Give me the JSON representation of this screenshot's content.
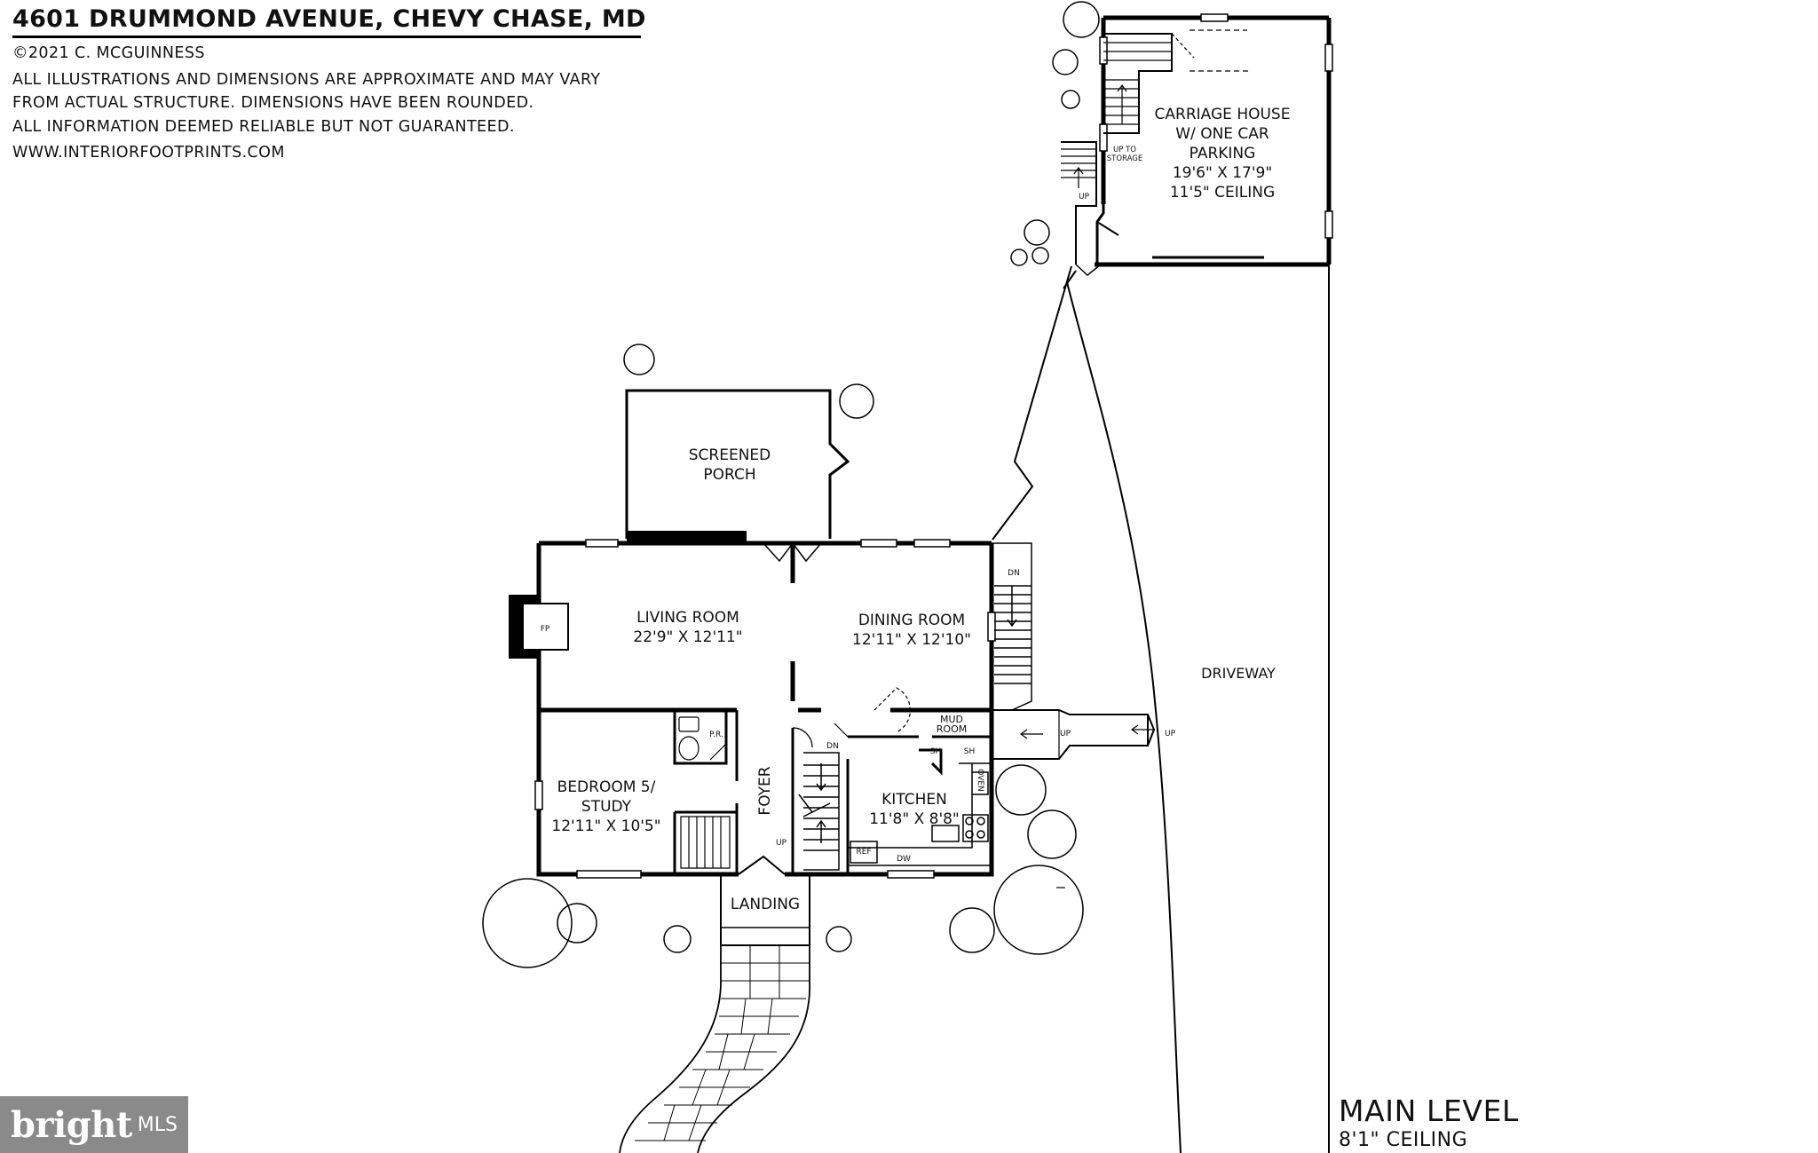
{
  "header": {
    "address": "4601 DRUMMOND AVENUE, CHEVY CHASE, MD",
    "copyright": "©2021 C. MCGUINNESS",
    "disclaimer_lines": [
      "ALL ILLUSTRATIONS AND DIMENSIONS ARE APPROXIMATE AND MAY VARY",
      "FROM ACTUAL STRUCTURE. DIMENSIONS HAVE BEEN ROUNDED.",
      "ALL INFORMATION DEEMED RELIABLE BUT NOT GUARANTEED."
    ],
    "website": "WWW.INTERIORFOOTPRINTS.COM"
  },
  "rooms": {
    "carriage_house": {
      "lines": [
        "CARRIAGE HOUSE",
        "W/ ONE CAR",
        "PARKING",
        "19'6\" X 17'9\"",
        "11'5\" CEILING"
      ]
    },
    "screened_porch": {
      "lines": [
        "SCREENED",
        "PORCH"
      ]
    },
    "living_room": {
      "name": "LIVING ROOM",
      "dims": "22'9\" X 12'11\""
    },
    "dining_room": {
      "name": "DINING ROOM",
      "dims": "12'11\" X 12'10\""
    },
    "bedroom": {
      "lines": [
        "BEDROOM 5/",
        "STUDY",
        "12'11\" X 10'5\""
      ]
    },
    "kitchen": {
      "name": "KITCHEN",
      "dims": "11'8\" X 8'8\""
    },
    "mud_room": {
      "lines": [
        "MUD",
        "ROOM"
      ]
    },
    "foyer": {
      "name": "FOYER"
    },
    "landing": {
      "name": "LANDING"
    },
    "driveway": {
      "name": "DRIVEWAY"
    }
  },
  "small_labels": {
    "fp": "FP",
    "pr": "P.R.",
    "up": "UP",
    "dn": "DN",
    "sh": "SH",
    "oven": "OVEN",
    "ref": "REF",
    "dw": "DW",
    "up_to_storage": [
      "UP TO",
      "STORAGE"
    ]
  },
  "footer": {
    "level": "MAIN LEVEL",
    "ceiling": "8'1\" CEILING"
  },
  "watermark": {
    "brand": "bright",
    "suffix": "MLS"
  }
}
